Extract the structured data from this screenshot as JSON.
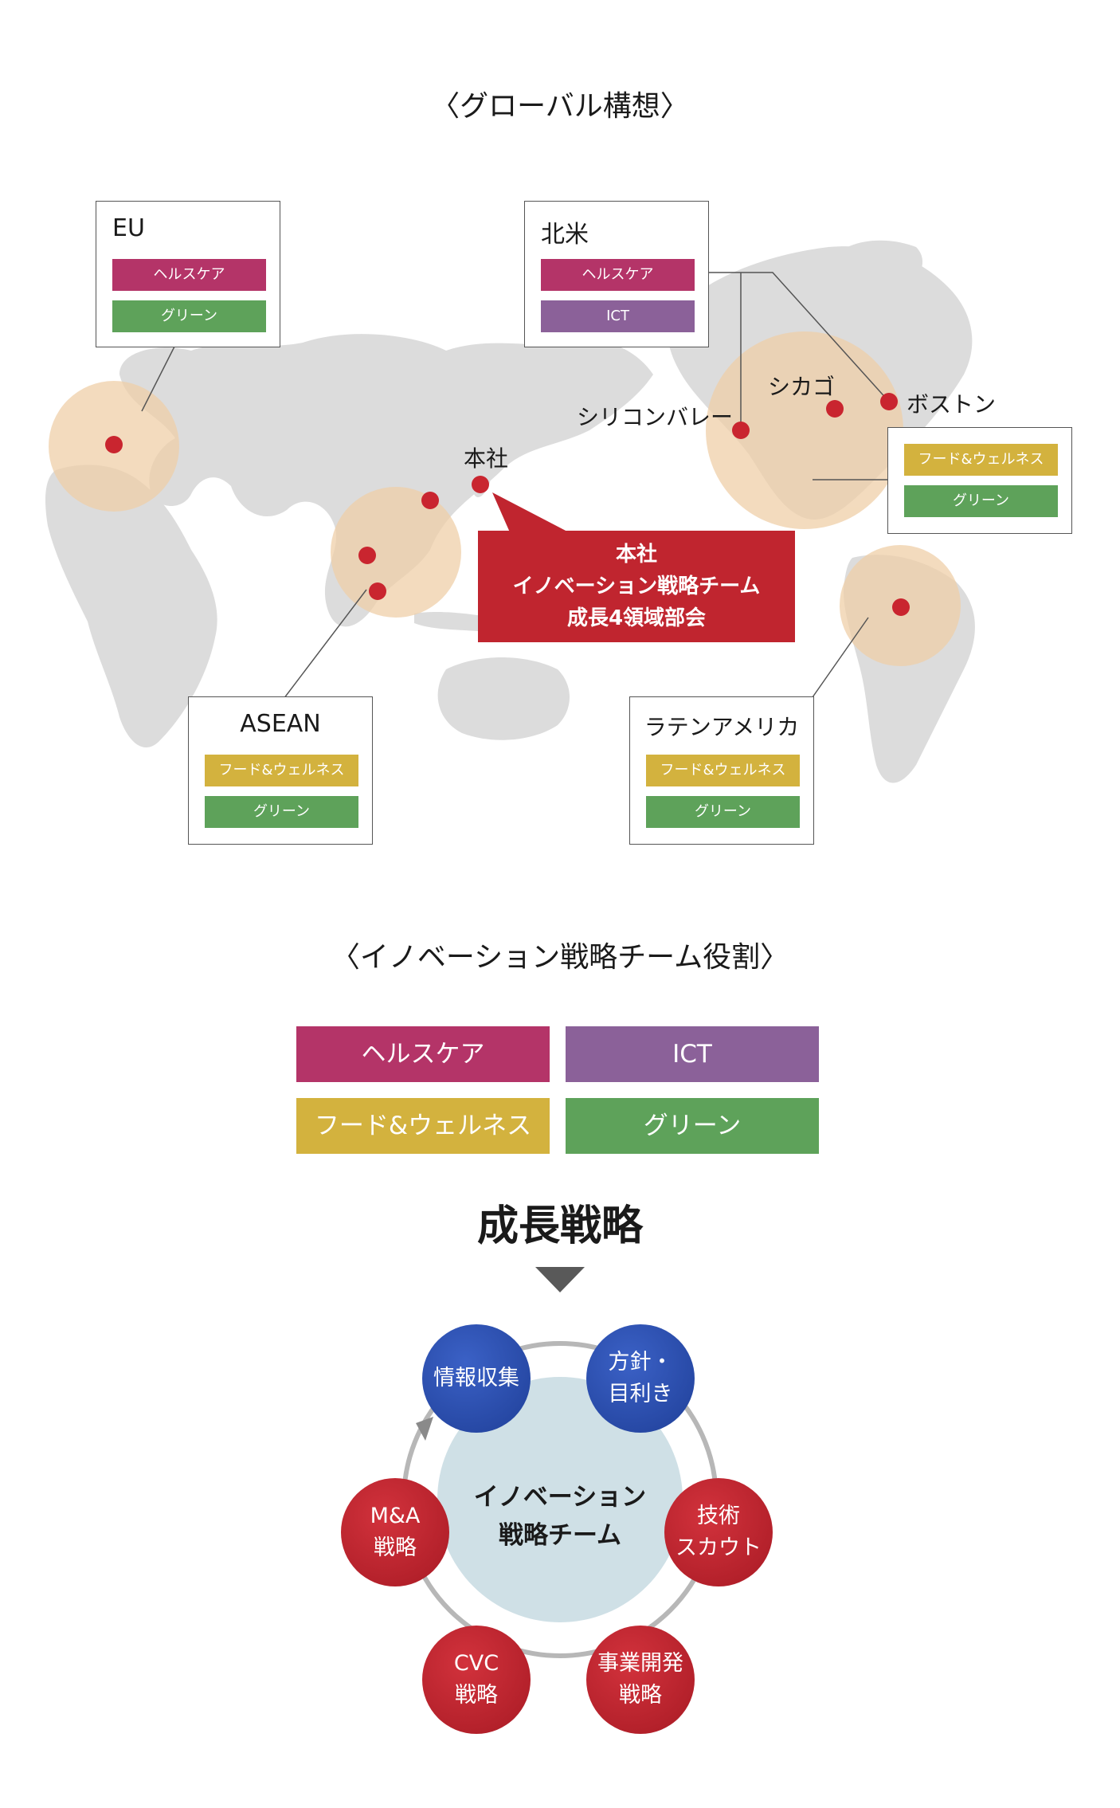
{
  "global_title": "〈グローバル構想〉",
  "regions": {
    "eu": {
      "name": "EU",
      "tags": [
        "ヘルスケア",
        "グリーン"
      ]
    },
    "north_america": {
      "name": "北米",
      "tags": [
        "ヘルスケア",
        "ICT"
      ]
    },
    "north_america_box2": {
      "tags": [
        "フード&ウェルネス",
        "グリーン"
      ]
    },
    "asean": {
      "name": "ASEAN",
      "tags": [
        "フード&ウェルネス",
        "グリーン"
      ]
    },
    "latin_america": {
      "name": "ラテンアメリカ",
      "tags": [
        "フード&ウェルネス",
        "グリーン"
      ]
    }
  },
  "cities": {
    "hq": "本社",
    "silicon_valley": "シリコンバレー",
    "chicago": "シカゴ",
    "boston": "ボストン"
  },
  "hq_callout": {
    "line1": "本社",
    "line2": "イノベーション戦略チーム",
    "line3": "成長4領域部会"
  },
  "roles_title": "〈イノベーション戦略チーム役割〉",
  "roles": [
    {
      "label": "ヘルスケア",
      "color": "#b43468"
    },
    {
      "label": "ICT",
      "color": "#8b6199"
    },
    {
      "label": "フード&ウェルネス",
      "color": "#d3b23e"
    },
    {
      "label": "グリーン",
      "color": "#5ea25a"
    }
  ],
  "growth_strategy": "成長戦略",
  "cycle": {
    "center": {
      "line1": "イノベーション",
      "line2": "戦略チーム"
    },
    "nodes": [
      {
        "line1": "情報収集",
        "line2": ""
      },
      {
        "line1": "方針・",
        "line2": "目利き"
      },
      {
        "line1": "技術",
        "line2": "スカウト"
      },
      {
        "line1": "事業開発",
        "line2": "戦略"
      },
      {
        "line1": "CVC",
        "line2": "戦略"
      },
      {
        "line1": "M&A",
        "line2": "戦略"
      }
    ]
  },
  "colors": {
    "accent_red": "#c0252f",
    "map_gray": "#dcdcdc",
    "highlight": "#efcfa8",
    "cycle_center": "#cfe0e6"
  }
}
